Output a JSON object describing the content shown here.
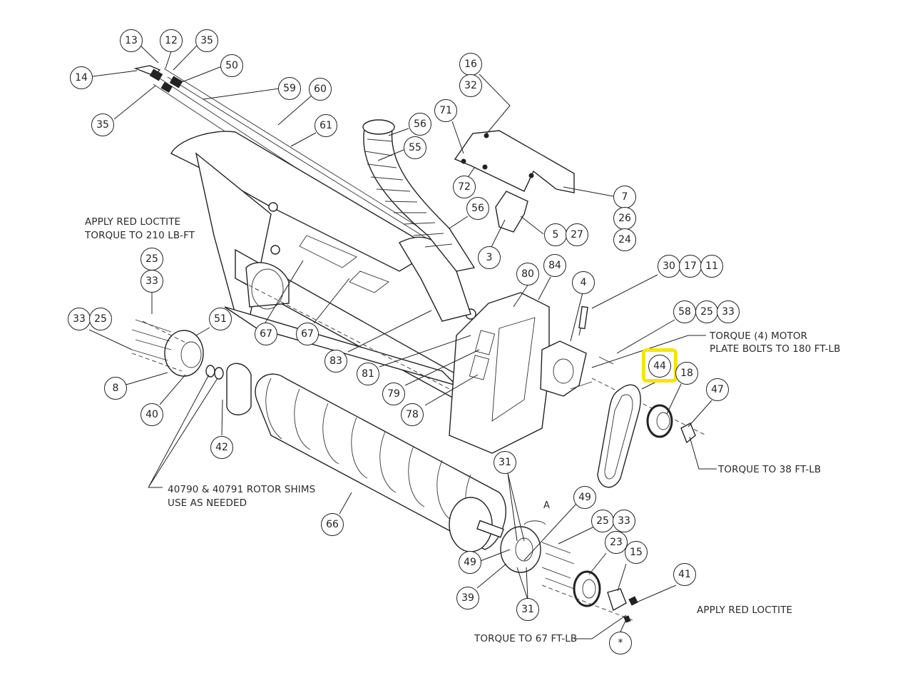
{
  "highlight": {
    "callout": "44",
    "color": "#f5e600"
  },
  "callouts": [
    {
      "id": "c13",
      "label": "13"
    },
    {
      "id": "c12",
      "label": "12"
    },
    {
      "id": "c35a",
      "label": "35"
    },
    {
      "id": "c50",
      "label": "50"
    },
    {
      "id": "c14",
      "label": "14"
    },
    {
      "id": "c35b",
      "label": "35"
    },
    {
      "id": "c59",
      "label": "59"
    },
    {
      "id": "c60",
      "label": "60"
    },
    {
      "id": "c61",
      "label": "61"
    },
    {
      "id": "c16",
      "label": "16"
    },
    {
      "id": "c32",
      "label": "32"
    },
    {
      "id": "c71",
      "label": "71"
    },
    {
      "id": "c72",
      "label": "72"
    },
    {
      "id": "c56a",
      "label": "56"
    },
    {
      "id": "c55",
      "label": "55"
    },
    {
      "id": "c7",
      "label": "7"
    },
    {
      "id": "c26",
      "label": "26"
    },
    {
      "id": "c24",
      "label": "24"
    },
    {
      "id": "c56b",
      "label": "56"
    },
    {
      "id": "c5",
      "label": "5"
    },
    {
      "id": "c27",
      "label": "27"
    },
    {
      "id": "c3",
      "label": "3"
    },
    {
      "id": "c80",
      "label": "80"
    },
    {
      "id": "c84",
      "label": "84"
    },
    {
      "id": "c4",
      "label": "4"
    },
    {
      "id": "c30",
      "label": "30"
    },
    {
      "id": "c17",
      "label": "17"
    },
    {
      "id": "c11",
      "label": "11"
    },
    {
      "id": "c58",
      "label": "58"
    },
    {
      "id": "c25a",
      "label": "25"
    },
    {
      "id": "c33a",
      "label": "33"
    },
    {
      "id": "c44",
      "label": "44"
    },
    {
      "id": "c18",
      "label": "18"
    },
    {
      "id": "c47",
      "label": "47"
    },
    {
      "id": "c25b",
      "label": "25"
    },
    {
      "id": "c33b",
      "label": "33"
    },
    {
      "id": "c33c",
      "label": "33"
    },
    {
      "id": "c25c",
      "label": "25"
    },
    {
      "id": "c51",
      "label": "51"
    },
    {
      "id": "c67a",
      "label": "67"
    },
    {
      "id": "c67b",
      "label": "67"
    },
    {
      "id": "c83",
      "label": "83"
    },
    {
      "id": "c81",
      "label": "81"
    },
    {
      "id": "c79",
      "label": "79"
    },
    {
      "id": "c78",
      "label": "78"
    },
    {
      "id": "c8",
      "label": "8"
    },
    {
      "id": "c40",
      "label": "40"
    },
    {
      "id": "c42",
      "label": "42"
    },
    {
      "id": "c66",
      "label": "66"
    },
    {
      "id": "c31a",
      "label": "31"
    },
    {
      "id": "c49a",
      "label": "49"
    },
    {
      "id": "c25d",
      "label": "25"
    },
    {
      "id": "c33d",
      "label": "33"
    },
    {
      "id": "c23",
      "label": "23"
    },
    {
      "id": "c15",
      "label": "15"
    },
    {
      "id": "c49b",
      "label": "49"
    },
    {
      "id": "c41",
      "label": "41"
    },
    {
      "id": "c39",
      "label": "39"
    },
    {
      "id": "c31b",
      "label": "31"
    },
    {
      "id": "cstar",
      "label": "*"
    }
  ],
  "notes": {
    "loctite_210_line1": "APPLY RED LOCTITE",
    "loctite_210_line2": "TORQUE TO 210 LB-FT",
    "motor_plate_line1": "TORQUE (4) MOTOR",
    "motor_plate_line2": "PLATE BOLTS TO 180 FT-LB",
    "torque_38": "TORQUE TO 38 FT-LB",
    "shims_line1": "40790 & 40791 ROTOR SHIMS",
    "shims_line2": "USE AS NEEDED",
    "loctite_red": "APPLY RED LOCTITE",
    "torque_67": "TORQUE TO 67 FT-LB",
    "detail_label": "A"
  }
}
